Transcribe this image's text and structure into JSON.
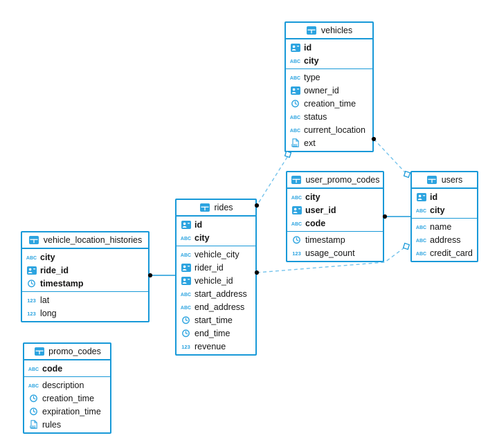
{
  "colors": {
    "accent": "#1899d8",
    "icon_blue": "#2da4e0",
    "dash_line": "#74c3ec",
    "dot": "#000000"
  },
  "icon_glyphs": {
    "abc": "ABC",
    "num": "123",
    "json": "JSON"
  },
  "tables": {
    "vehicles": {
      "title": "vehicles",
      "primary": [
        {
          "name": "id",
          "icon": "id-badge"
        },
        {
          "name": "city",
          "icon": "text-abc"
        }
      ],
      "fields": [
        {
          "name": "type",
          "icon": "text-abc"
        },
        {
          "name": "owner_id",
          "icon": "id-badge"
        },
        {
          "name": "creation_time",
          "icon": "clock"
        },
        {
          "name": "status",
          "icon": "text-abc"
        },
        {
          "name": "current_location",
          "icon": "text-abc"
        },
        {
          "name": "ext",
          "icon": "json"
        }
      ]
    },
    "user_promo_codes": {
      "title": "user_promo_codes",
      "primary": [
        {
          "name": "city",
          "icon": "text-abc"
        },
        {
          "name": "user_id",
          "icon": "id-badge"
        },
        {
          "name": "code",
          "icon": "text-abc"
        }
      ],
      "fields": [
        {
          "name": "timestamp",
          "icon": "clock"
        },
        {
          "name": "usage_count",
          "icon": "num-123"
        }
      ]
    },
    "users": {
      "title": "users",
      "primary": [
        {
          "name": "id",
          "icon": "id-badge"
        },
        {
          "name": "city",
          "icon": "text-abc"
        }
      ],
      "fields": [
        {
          "name": "name",
          "icon": "text-abc"
        },
        {
          "name": "address",
          "icon": "text-abc"
        },
        {
          "name": "credit_card",
          "icon": "text-abc"
        }
      ]
    },
    "rides": {
      "title": "rides",
      "primary": [
        {
          "name": "id",
          "icon": "id-badge"
        },
        {
          "name": "city",
          "icon": "text-abc"
        }
      ],
      "fields": [
        {
          "name": "vehicle_city",
          "icon": "text-abc"
        },
        {
          "name": "rider_id",
          "icon": "id-badge"
        },
        {
          "name": "vehicle_id",
          "icon": "id-badge"
        },
        {
          "name": "start_address",
          "icon": "text-abc"
        },
        {
          "name": "end_address",
          "icon": "text-abc"
        },
        {
          "name": "start_time",
          "icon": "clock"
        },
        {
          "name": "end_time",
          "icon": "clock"
        },
        {
          "name": "revenue",
          "icon": "num-123"
        }
      ]
    },
    "vehicle_location_histories": {
      "title": "vehicle_location_histories",
      "primary": [
        {
          "name": "city",
          "icon": "text-abc"
        },
        {
          "name": "ride_id",
          "icon": "id-badge"
        },
        {
          "name": "timestamp",
          "icon": "clock"
        }
      ],
      "fields": [
        {
          "name": "lat",
          "icon": "num-123"
        },
        {
          "name": "long",
          "icon": "num-123"
        }
      ]
    },
    "promo_codes": {
      "title": "promo_codes",
      "primary": [
        {
          "name": "code",
          "icon": "text-abc"
        }
      ],
      "fields": [
        {
          "name": "description",
          "icon": "text-abc"
        },
        {
          "name": "creation_time",
          "icon": "clock"
        },
        {
          "name": "expiration_time",
          "icon": "clock"
        },
        {
          "name": "rules",
          "icon": "json"
        }
      ]
    }
  },
  "relations": [
    {
      "from": "vehicles",
      "to": "rides",
      "style": "dashed"
    },
    {
      "from": "vehicles",
      "to": "users",
      "style": "dashed"
    },
    {
      "from": "user_promo_codes",
      "to": "users",
      "style": "solid"
    },
    {
      "from": "vehicle_location_histories",
      "to": "rides",
      "style": "solid"
    },
    {
      "from": "rides",
      "to": "users",
      "style": "dashed"
    }
  ]
}
